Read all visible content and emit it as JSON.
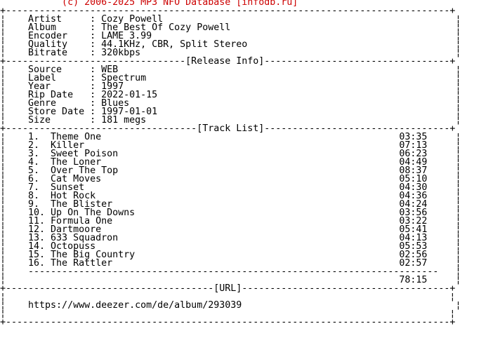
{
  "colors": {
    "text": "#000000",
    "banner": "#cc0000",
    "background": "#ffffff"
  },
  "banner": "           (c) 2006-2025 MP3 NFO Database [infodb.ru]",
  "lines": [
    "+-------------------------------------------------------------------------------+",
    "¦    Artist     : Cozy Powell                                                    ¦",
    "¦    Album      : The Best Of Cozy Powell                                        ¦",
    "¦    Encoder    : LAME 3.99                                                      ¦",
    "¦    Quality    : 44.1KHz, CBR, Split Stereo                                     ¦",
    "¦    Bitrate    : 320kbps                                                        ¦",
    "+--------------------------------[Release Info]---------------------------------+",
    "¦    Source     : WEB                                                            ¦",
    "¦    Label      : Spectrum                                                       ¦",
    "¦    Year       : 1997                                                           ¦",
    "¦    Rip Date   : 2022-01-15                                                     ¦",
    "¦    Genre      : Blues                                                          ¦",
    "¦    Store Date : 1997-01-01                                                     ¦",
    "¦    Size       : 181 megs                                                       ¦",
    "+----------------------------------[Track List]---------------------------------+",
    "¦    1.  Theme One                                                     03:35     ¦",
    "¦    2.  Killer                                                        07:13     ¦",
    "¦    3.  Sweet Poison                                                  06:23     ¦",
    "¦    4.  The Loner                                                     04:49     ¦",
    "¦    5.  Over The Top                                                  08:37     ¦",
    "¦    6.  Cat Moves                                                     05:10     ¦",
    "¦    7.  Sunset                                                        04:30     ¦",
    "¦    8.  Hot Rock                                                      04:36     ¦",
    "¦    9.  The Blister                                                   04:24     ¦",
    "¦    10. Up On The Downs                                               03:56     ¦",
    "¦    11. Formula One                                                   03:22     ¦",
    "¦    12. Dartmoore                                                     05:41     ¦",
    "¦    13. 633 Squadron                                                  04:13     ¦",
    "¦    14. Octopuss                                                      05:53     ¦",
    "¦    15. The Big Country                                               02:56     ¦",
    "¦    16. The Rattler                                                   02:57     ¦",
    "¦    -------------------------------------------------------------------------   ¦",
    "¦                                                                      78:15     ¦",
    "+-------------------------------------[URL]-------------------------------------+",
    "¦                                                                               ¦",
    "¦    https://www.deezer.com/de/album/293039                                      ¦",
    "¦                                                                               ¦",
    "+-------------------------------------------------------------------------------+"
  ]
}
